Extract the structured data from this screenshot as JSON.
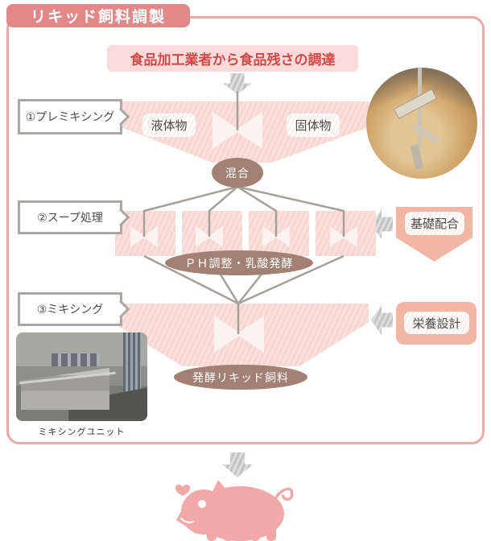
{
  "title": "リキッド飼料調製",
  "banner": "食品加工業者から食品残さの調達",
  "steps": [
    {
      "label": "①プレミキシング"
    },
    {
      "label": "②スープ処理"
    },
    {
      "label": "③ミキシング"
    }
  ],
  "section1": {
    "liquid_label": "液体物",
    "solid_label": "固体物",
    "result_label": "混合"
  },
  "section2": {
    "result_label": "ＰＨ調整・乳酸発酵",
    "side_input_label": "基礎配合"
  },
  "section3": {
    "result_label": "発酵リキッド飼料",
    "side_input_label": "栄養設計"
  },
  "photos": {
    "tank_name": "mixing-tank-photo",
    "unit_caption": "ミキシングユニット"
  },
  "icons": {
    "down_arrow": "striped-down-arrow",
    "left_arrow": "striped-left-arrow",
    "pig": "pig-silhouette",
    "heart": "heart"
  },
  "colors": {
    "title_bg": "#e18989",
    "frame_border": "#f0a8a4",
    "banner_bg": "#fbdbda",
    "banner_text": "#d14a46",
    "funnel_pink": "#f8d7d2",
    "valve_white": "#fcf3ee",
    "ellipse_brown": "#a28073",
    "side_orange": "#f1b7a4",
    "connector_gray": "#a6a09b",
    "pig_pink": "#f3a8a8"
  }
}
